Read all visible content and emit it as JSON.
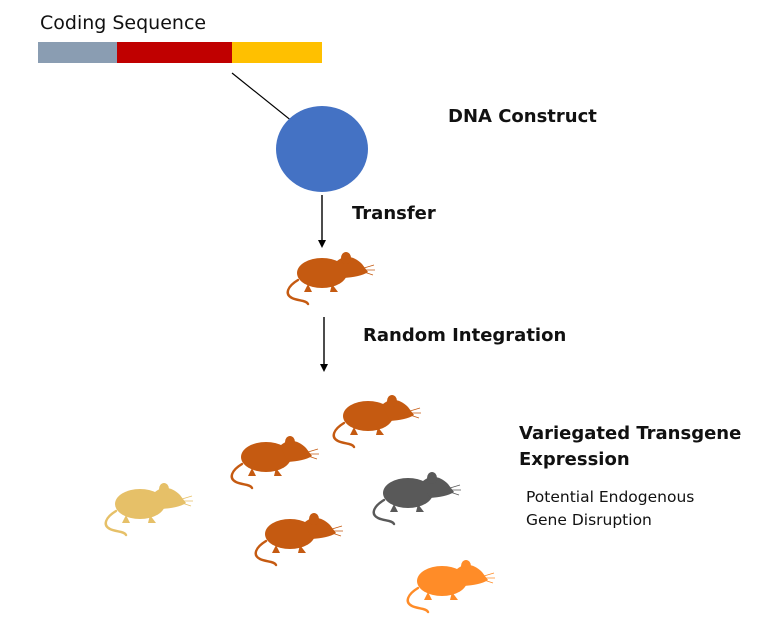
{
  "coding_sequence": {
    "label": "Coding Sequence",
    "segment_colors": [
      "#8a9db2",
      "#c00000",
      "#ffc000"
    ]
  },
  "construct": {
    "label": "DNA Construct",
    "color": "#4472c4"
  },
  "steps": {
    "transfer": "Transfer",
    "random_integration": "Random Integration"
  },
  "outcome": {
    "title_line1": "Variegated Transgene",
    "title_line2": "Expression",
    "note_line1": "Potential Endogenous",
    "note_line2": "Gene Disruption"
  },
  "mice": [
    {
      "name": "founder-mouse",
      "color": "#c55a11"
    },
    {
      "name": "offspring-mouse-1",
      "color": "#c55a11"
    },
    {
      "name": "offspring-mouse-2",
      "color": "#c55a11"
    },
    {
      "name": "offspring-mouse-3",
      "color": "#e6c068"
    },
    {
      "name": "offspring-mouse-4",
      "color": "#595959"
    },
    {
      "name": "offspring-mouse-5",
      "color": "#c55a11"
    },
    {
      "name": "offspring-mouse-6",
      "color": "#ff8c28"
    }
  ]
}
